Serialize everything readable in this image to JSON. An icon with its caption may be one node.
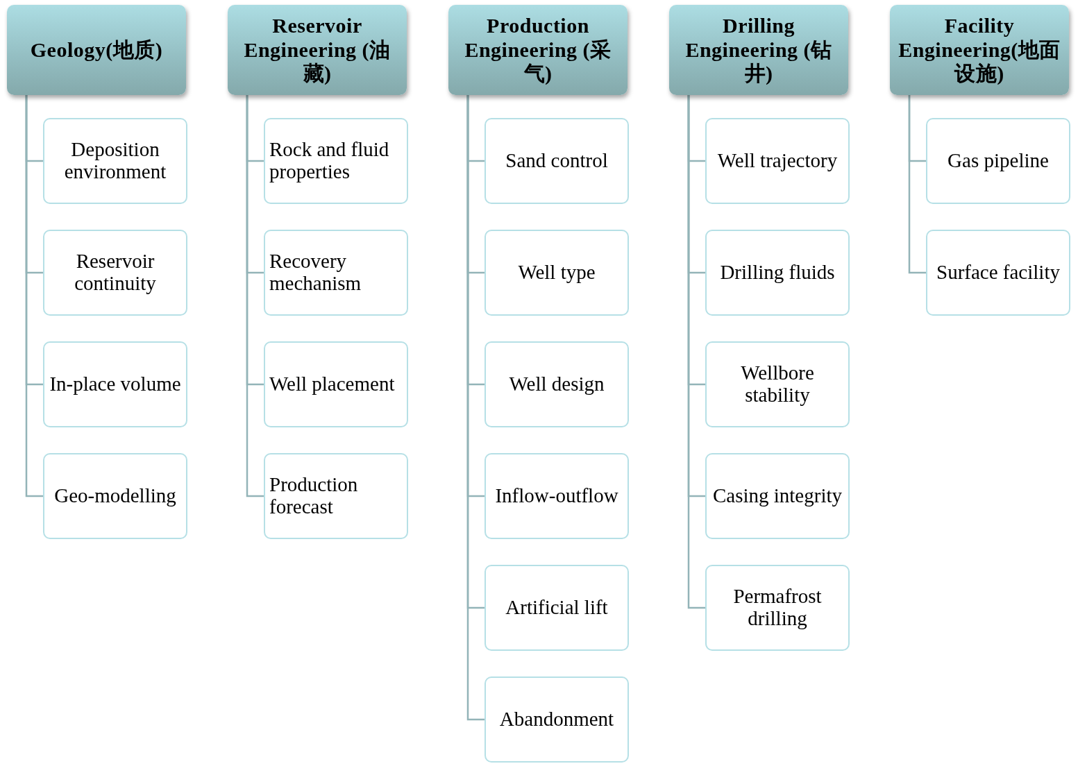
{
  "diagram": {
    "nodes": [
      {
        "text": [
          "Geology(地质)"
        ]
      },
      {
        "text": [
          "Deposition environment"
        ]
      },
      {
        "text": [
          "Reservoir continuity"
        ]
      },
      {
        "text": [
          "In-place volume"
        ]
      },
      {
        "text": [
          "Geo-modelling"
        ]
      },
      {
        "text": [
          "Reservoir Engineering (油藏)"
        ]
      },
      {
        "text": [
          "Rock and fluid properties"
        ]
      },
      {
        "text": [
          "Recovery mechanism"
        ]
      },
      {
        "text": [
          "Well placement"
        ]
      },
      {
        "text": [
          "Production forecast"
        ]
      },
      {
        "text": [
          "Production Engineering (采气)"
        ]
      },
      {
        "text": [
          "Sand control"
        ]
      },
      {
        "text": [
          "Well type"
        ]
      },
      {
        "text": [
          "Well design"
        ]
      },
      {
        "text": [
          "Inflow-outflow"
        ]
      },
      {
        "text": [
          "Artificial lift"
        ]
      },
      {
        "text": [
          "Abandonment"
        ]
      },
      {
        "text": [
          "Drilling Engineering (钻井)"
        ]
      },
      {
        "text": [
          "Well trajectory"
        ]
      },
      {
        "text": [
          "Drilling fluids"
        ]
      },
      {
        "text": [
          "Wellbore stability"
        ]
      },
      {
        "text": [
          "Casing integrity"
        ]
      },
      {
        "text": [
          "Permafrost drilling"
        ]
      },
      {
        "text": [
          "Facility Engineering(地面设施)"
        ]
      },
      {
        "text": [
          "Gas pipeline"
        ]
      },
      {
        "text": [
          "Surface facility"
        ]
      }
    ],
    "edges": [
      {
        "from": 0,
        "to": 1,
        "arrow": "none"
      },
      {
        "from": 0,
        "to": 2,
        "arrow": "none"
      },
      {
        "from": 0,
        "to": 3,
        "arrow": "none"
      },
      {
        "from": 0,
        "to": 4,
        "arrow": "none"
      },
      {
        "from": 5,
        "to": 6,
        "arrow": "none"
      },
      {
        "from": 5,
        "to": 7,
        "arrow": "none"
      },
      {
        "from": 5,
        "to": 8,
        "arrow": "none"
      },
      {
        "from": 5,
        "to": 9,
        "arrow": "none"
      },
      {
        "from": 10,
        "to": 11,
        "arrow": "none"
      },
      {
        "from": 10,
        "to": 12,
        "arrow": "none"
      },
      {
        "from": 10,
        "to": 13,
        "arrow": "none"
      },
      {
        "from": 10,
        "to": 14,
        "arrow": "none"
      },
      {
        "from": 10,
        "to": 15,
        "arrow": "none"
      },
      {
        "from": 10,
        "to": 16,
        "arrow": "none"
      },
      {
        "from": 17,
        "to": 18,
        "arrow": "none"
      },
      {
        "from": 17,
        "to": 19,
        "arrow": "none"
      },
      {
        "from": 17,
        "to": 20,
        "arrow": "none"
      },
      {
        "from": 17,
        "to": 21,
        "arrow": "none"
      },
      {
        "from": 17,
        "to": 22,
        "arrow": "none"
      },
      {
        "from": 23,
        "to": 24,
        "arrow": "none"
      },
      {
        "from": 23,
        "to": 25,
        "arrow": "none"
      }
    ]
  }
}
